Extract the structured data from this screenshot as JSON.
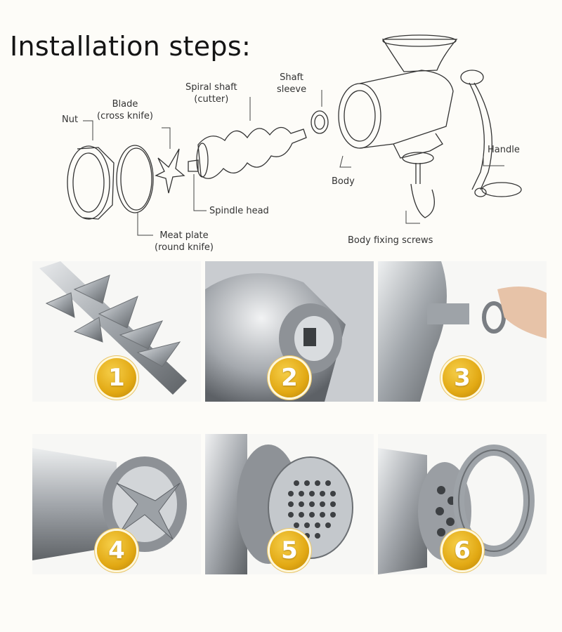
{
  "title": "Installation steps:",
  "parts": {
    "nut": "Nut",
    "blade_1": "Blade",
    "blade_2": "(cross knife)",
    "spiral_1": "Spiral shaft",
    "spiral_2": "(cutter)",
    "sleeve_1": "Shaft",
    "sleeve_2": "sleeve",
    "spindle": "Spindle head",
    "plate_1": "Meat plate",
    "plate_2": "(round knife)",
    "body": "Body",
    "handle": "Handle",
    "screws": "Body fixing screws"
  },
  "steps": [
    {
      "num": "1"
    },
    {
      "num": "2"
    },
    {
      "num": "3"
    },
    {
      "num": "4"
    },
    {
      "num": "5"
    },
    {
      "num": "6"
    }
  ],
  "colors": {
    "badge": "#e2a914",
    "line": "#333333",
    "steel": "#a9adb3"
  }
}
